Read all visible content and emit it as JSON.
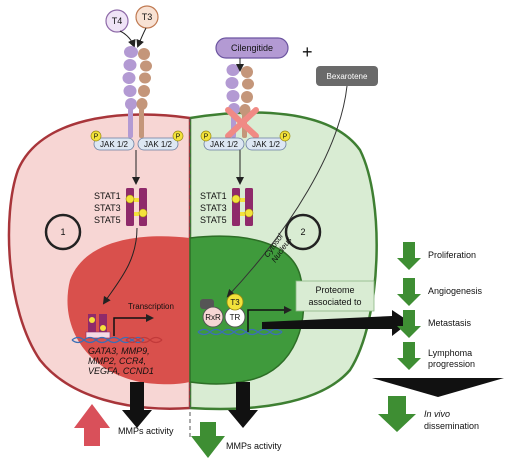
{
  "ligands": {
    "t4": "T4",
    "t3": "T3"
  },
  "drugs": {
    "cilengitide": "Cilengitide",
    "plus": "+",
    "bexarotene": "Bexarotene"
  },
  "jak_label": "JAK 1/2",
  "p_label": "P",
  "stat_labels": [
    "STAT1",
    "STAT3",
    "STAT5"
  ],
  "cell_numbers": {
    "left": "1",
    "right": "2"
  },
  "compartments": {
    "cytosol": "Cytosol",
    "nucleus": "Nucleus"
  },
  "transcription_label": "Transcription",
  "target_genes": [
    "GATA3, MMP9,",
    "MMP2, CCR4,",
    "VEGFA, CCND1"
  ],
  "receptors": {
    "rxr": "RxR",
    "t3": "T3",
    "tr": "TR"
  },
  "proteome_box": [
    "Proteome",
    "associated to"
  ],
  "outcomes": {
    "proliferation": "Proliferation",
    "angiogenesis": "Angiogenesis",
    "metastasis": "Metastasis",
    "lymphoma": [
      "Lymphoma",
      "progression"
    ],
    "dissemination": [
      "In vivo",
      "dissemination"
    ]
  },
  "mmps": {
    "left": "MMPs activity",
    "right": "MMPs activity"
  },
  "colors": {
    "left_cell_fill": "#f7d6d4",
    "left_cell_stroke": "#a8353a",
    "left_nucleus": "#d9504c",
    "right_cell_fill": "#d9ecd3",
    "right_cell_stroke": "#3e7f32",
    "right_nucleus": "#3f9a3c",
    "integrin_purple": "#b39ad3",
    "integrin_brown": "#c4967a",
    "stat_magenta": "#8f2a6a",
    "p_yellow": "#f3e23b",
    "down_arrow_green": "#3e8e33",
    "up_arrow_red": "#d9505a"
  }
}
